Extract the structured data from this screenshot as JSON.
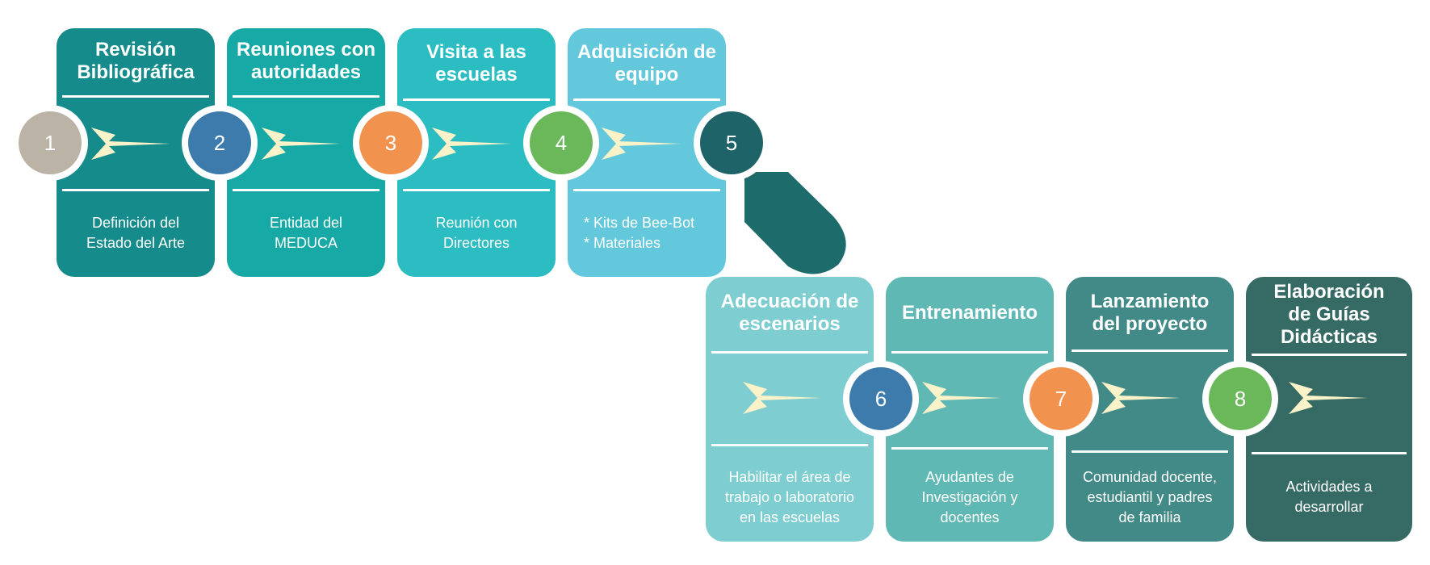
{
  "colors": {
    "step1_card": "#158b8b",
    "step2_card": "#17a9a5",
    "step3_card": "#2bbdc1",
    "step4_card": "#64c8dc",
    "step5_card": "#7ecdd0",
    "step6_card": "#5fb8b3",
    "step7_card": "#428a87",
    "step8_card": "#366a64",
    "circle_beige": "#bcb3a7",
    "circle_blue": "#3c7bab",
    "circle_orange": "#f1924e",
    "circle_green": "#6ab85a",
    "circle_dark_teal": "#1e6368",
    "connector": "#1e6b6c",
    "arrow": "#faf2c8"
  },
  "steps": [
    {
      "num": "1",
      "title": "Revisión\nBibliográfica",
      "desc": "Definición del\nEstado del Arte"
    },
    {
      "num": "2",
      "title": "Reuniones con\nautoridades",
      "desc": "Entidad del\nMEDUCA"
    },
    {
      "num": "3",
      "title": "Visita a las\nescuelas",
      "desc": "Reunión con\nDirectores"
    },
    {
      "num": "4",
      "title": "Adquisición de\nequipo",
      "desc": "* Kits de Bee-Bot\n* Materiales"
    },
    {
      "num": "5",
      "title": "Adecuación de\nescenarios",
      "desc": "Habilitar el área de\ntrabajo o laboratorio\nen las escuelas"
    },
    {
      "num": "6",
      "title": "Entrenamiento",
      "desc": "Ayudantes de\nInvestigación y\ndocentes"
    },
    {
      "num": "7",
      "title": "Lanzamiento\ndel proyecto",
      "desc": "Comunidad docente,\nestudiantil y padres\nde familia"
    },
    {
      "num": "8",
      "title": "Elaboración\nde Guías\nDidácticas",
      "desc": "Actividades a\ndesarrollar"
    }
  ],
  "icons": {
    "arrow": "chevron-arrow-icon",
    "connector": "bend-connector"
  }
}
